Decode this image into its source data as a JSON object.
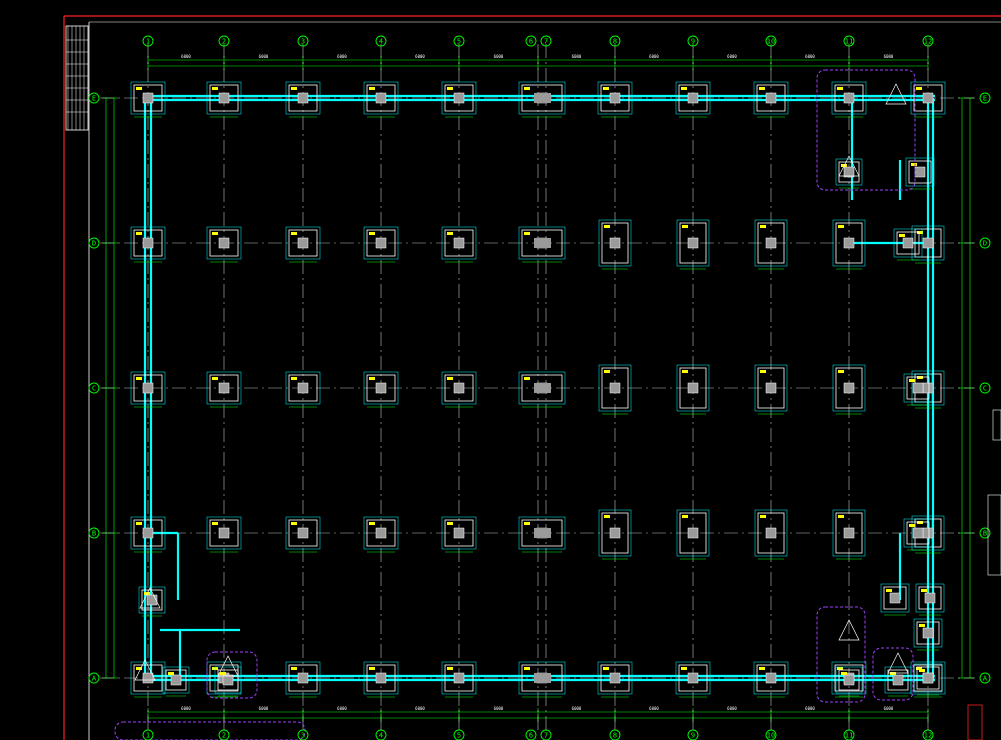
{
  "drawing": {
    "column_axes": [
      "1",
      "2",
      "3",
      "4",
      "5",
      "6",
      "7",
      "8",
      "9",
      "10",
      "11",
      "12"
    ],
    "row_axes": [
      "E",
      "D",
      "C",
      "B",
      "A"
    ],
    "dimension_text": "6000",
    "colors": {
      "background": "#000000",
      "frame": "#ff2020",
      "grid_axis": "#00ff00",
      "dimension": "#00ff00",
      "beam": "#00ffff",
      "footing": "#ffffff",
      "pedestal": "#9a9a9a",
      "cloud": "#a040ff",
      "table_lines": "#ffffff",
      "label": "#ffff00"
    }
  }
}
